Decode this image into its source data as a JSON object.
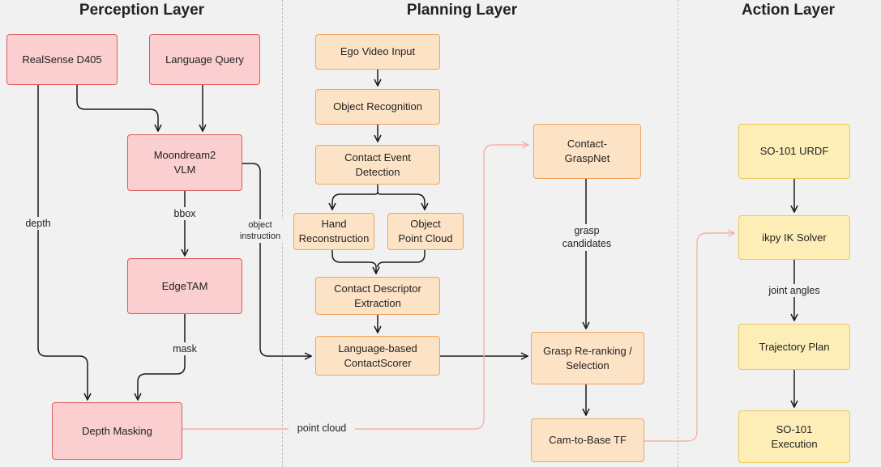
{
  "layers": {
    "perception": "Perception Layer",
    "planning": "Planning Layer",
    "action": "Action Layer"
  },
  "nodes": {
    "realsense": "RealSense D405",
    "language_query": "Language Query",
    "moondream": "Moondream2\nVLM",
    "edgetam": "EdgeTAM",
    "depth_masking": "Depth Masking",
    "ego_video": "Ego Video Input",
    "object_recognition": "Object Recognition",
    "contact_event": "Contact Event\nDetection",
    "hand_recon": "Hand\nReconstruction",
    "object_pc": "Object\nPoint Cloud",
    "contact_desc": "Contact Descriptor\nExtraction",
    "scorer": "Language-based\nContactScorer",
    "graspnet": "Contact-\nGraspNet",
    "rerank": "Grasp Re-ranking /\nSelection",
    "cam_base": "Cam-to-Base TF",
    "urdf": "SO-101 URDF",
    "ikpy": "ikpy IK Solver",
    "trajectory": "Trajectory Plan",
    "execution": "SO-101\nExecution"
  },
  "edge_labels": {
    "depth": "depth",
    "bbox": "bbox",
    "mask": "mask",
    "object_instruction": "object\ninstruction",
    "point_cloud": "point cloud",
    "grasp_candidates": "grasp\ncandidates",
    "joint_angles": "joint angles"
  },
  "colors": {
    "perception_fill": "#fbcfcf",
    "perception_border": "#de5a5a",
    "planning_fill": "#fde3c6",
    "planning_border": "#f0a35a",
    "action_fill": "#fdeeb8",
    "action_border": "#ecc85a",
    "cross_link": "#f5b3a8",
    "arrow": "#1a1a1a"
  }
}
